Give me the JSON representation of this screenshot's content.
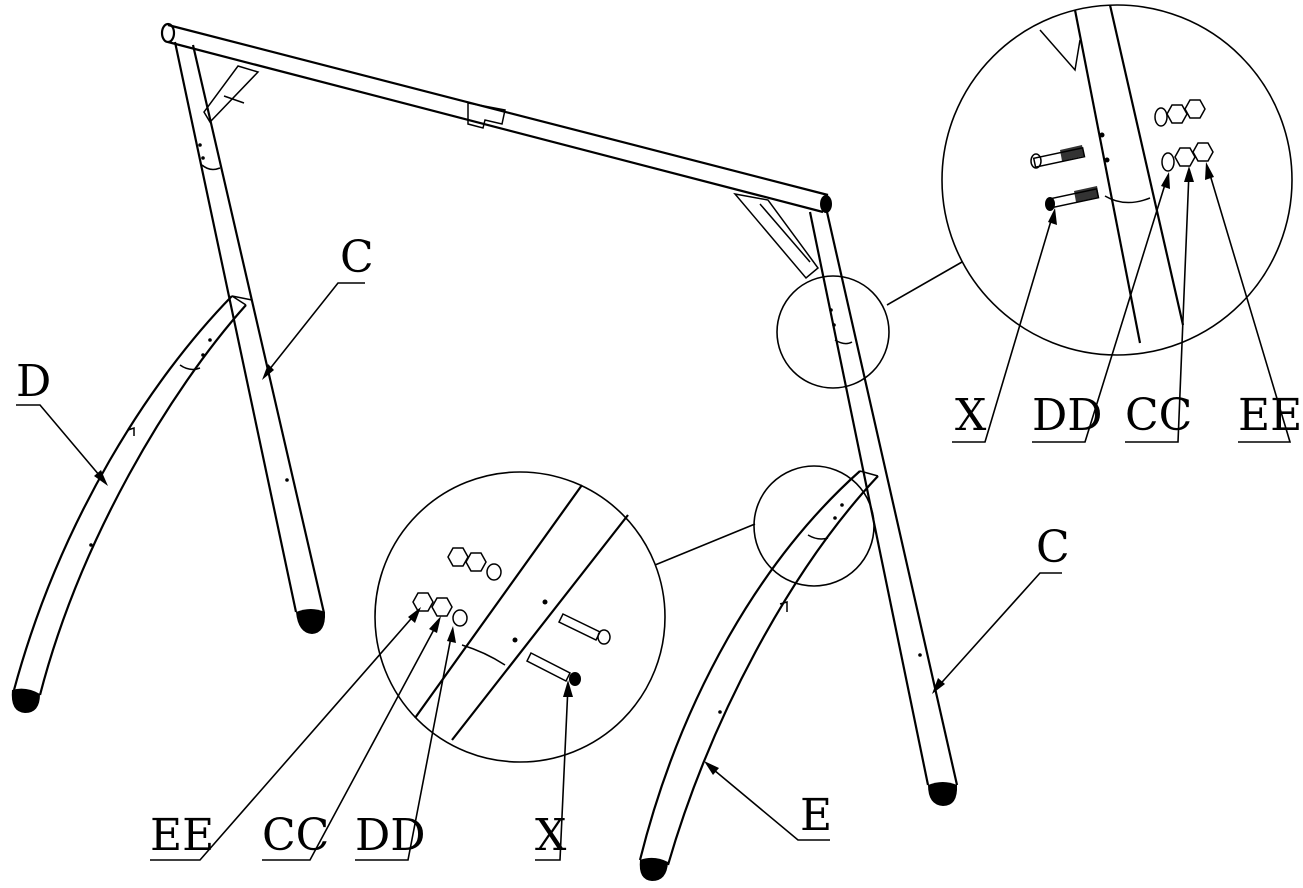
{
  "labels": {
    "c_left": "C",
    "c_right": "C",
    "d": "D",
    "e": "E",
    "x_upper": "X",
    "dd_upper": "DD",
    "cc_upper": "CC",
    "ee_upper": "EE",
    "ee_lower": "EE",
    "cc_lower": "CC",
    "dd_lower": "DD",
    "x_lower": "X"
  }
}
